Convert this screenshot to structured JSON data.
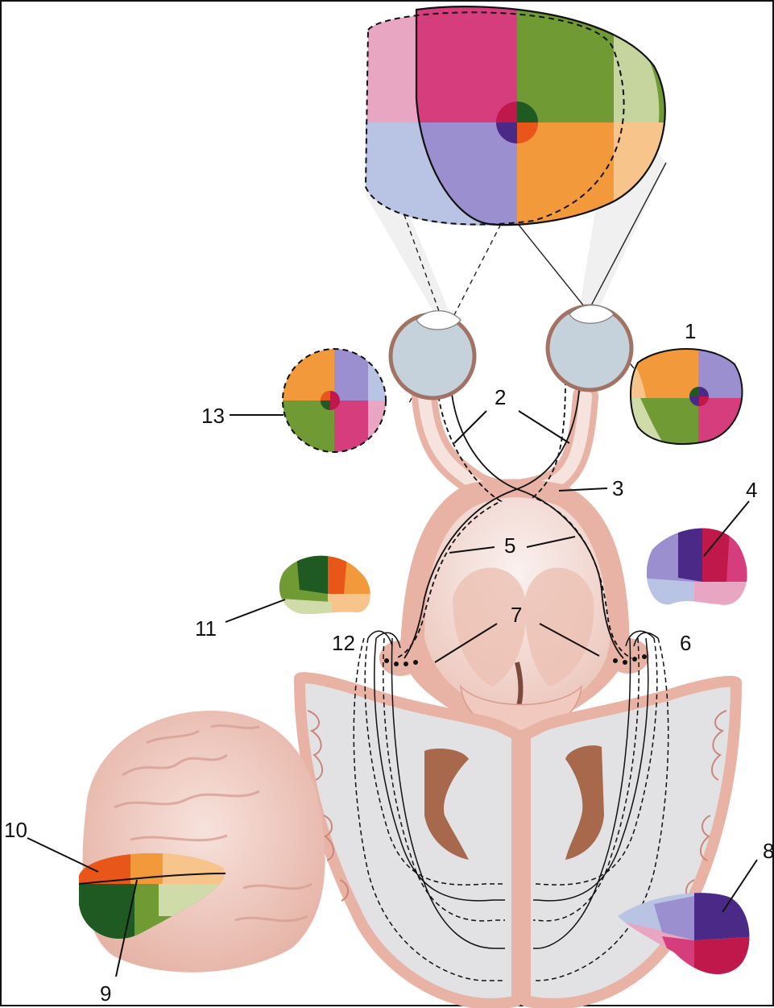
{
  "diagram": {
    "labels": {
      "l1": "1",
      "l2": "2",
      "l3": "3",
      "l4": "4",
      "l5": "5",
      "l6": "6",
      "l7": "7",
      "l8": "8",
      "l9": "9",
      "l10": "10",
      "l11": "11",
      "l12": "12",
      "l13": "13"
    }
  },
  "colors": {
    "upper_left_magenta": "#d63d7c",
    "upper_right_green": "#6f9a34",
    "lower_left_lavender": "#9b8fd0",
    "lower_right_orange": "#f29a3b",
    "pale_pink": "#e9a6c2",
    "pale_green": "#cfdcaa",
    "pale_blue": "#b9c3e3",
    "pale_orange": "#f7c48b",
    "dark_green": "#1f5a23",
    "dark_purple": "#4a2a86",
    "crimson": "#c0184a",
    "deep_orange": "#e8561a",
    "eye_gray": "#c5d1db",
    "tissue_pink": "#e8b2a4",
    "tissue_outline": "#c9877b",
    "white_matter": "#e2e2e4",
    "ventricle_brown": "#a8684b",
    "brain_surface": "#efc9be"
  }
}
